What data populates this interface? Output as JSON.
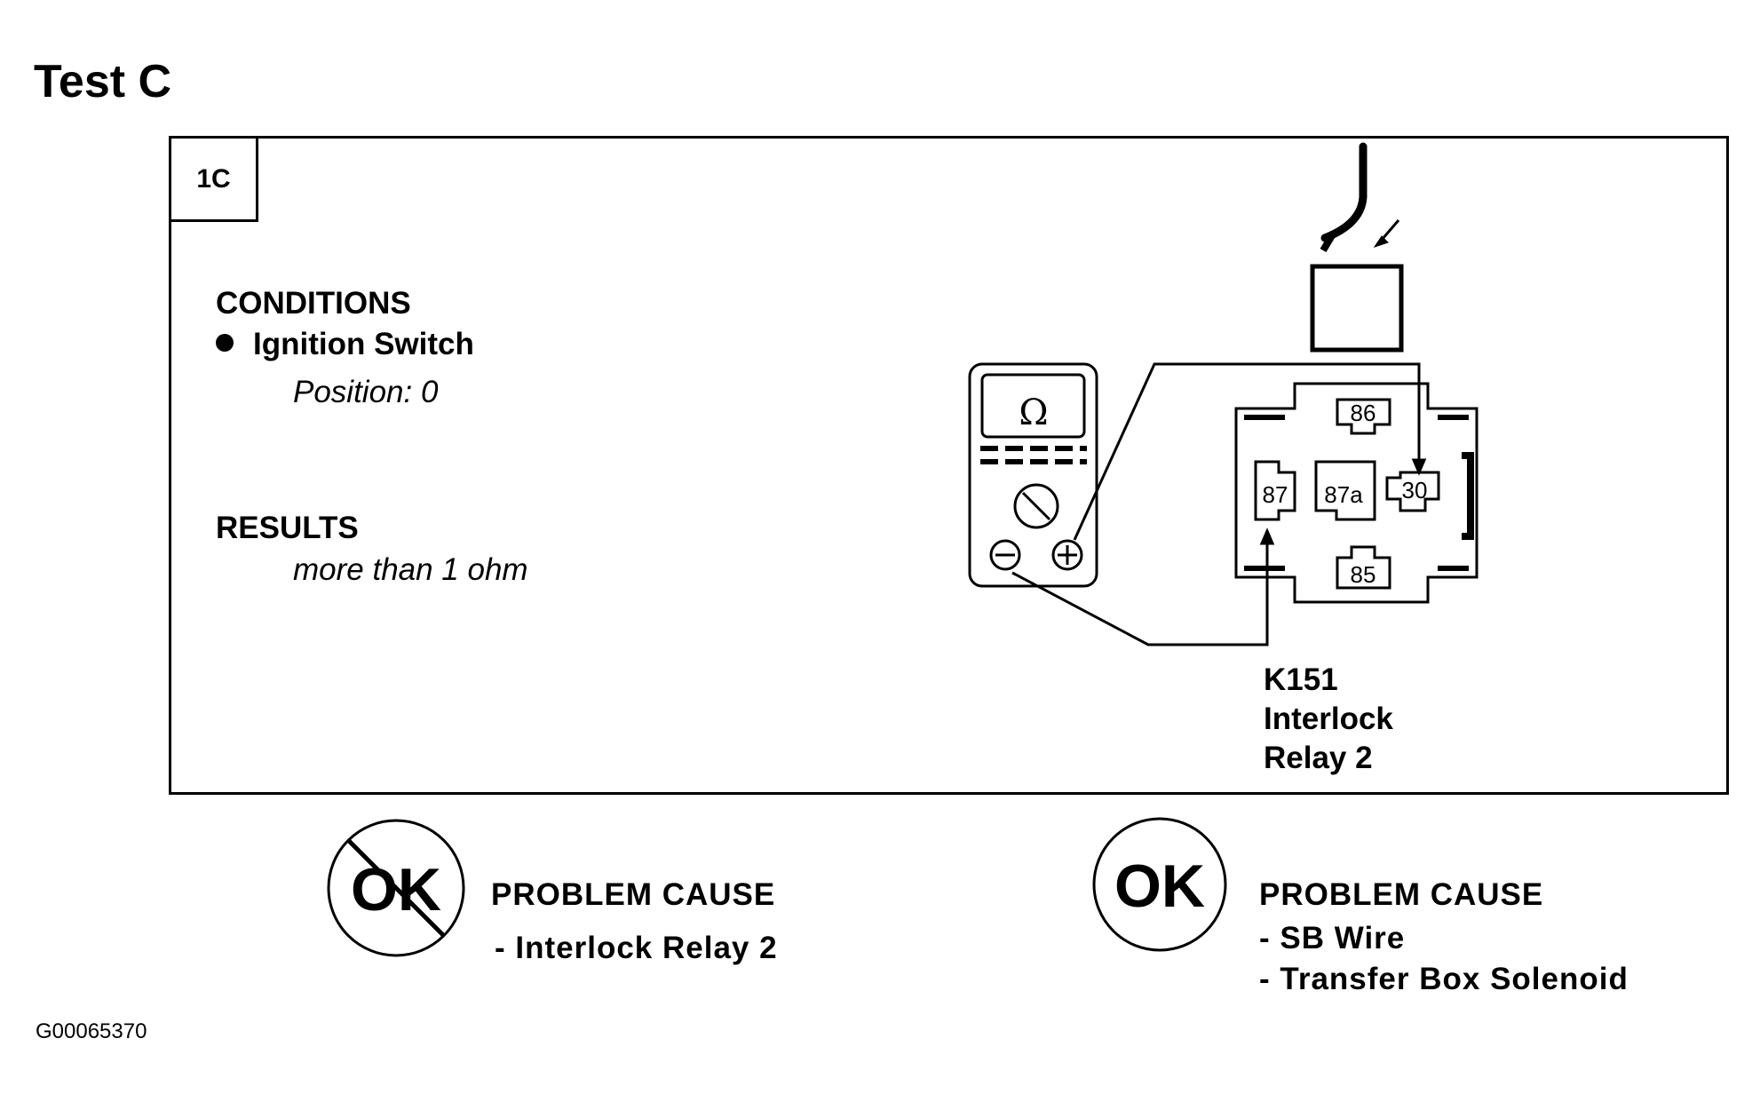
{
  "title": "Test C",
  "step_tag": "1C",
  "conditions": {
    "heading": "CONDITIONS",
    "item": "Ignition Switch",
    "detail": "Position: 0"
  },
  "results": {
    "heading": "RESULTS",
    "value": "more than 1 ohm"
  },
  "meter": {
    "symbol": "Ω",
    "icon": "ohmmeter-icon"
  },
  "relay": {
    "terminals": [
      "86",
      "87",
      "87a",
      "30",
      "85"
    ],
    "label_lines": [
      "K151",
      "Interlock",
      "Relay 2"
    ]
  },
  "outcomes": [
    {
      "badge": "OK",
      "crossed": true,
      "heading": "PROBLEM CAUSE",
      "items": [
        "- Interlock Relay 2"
      ]
    },
    {
      "badge": "OK",
      "crossed": false,
      "heading": "PROBLEM CAUSE",
      "items": [
        "- SB Wire",
        "- Transfer Box Solenoid"
      ]
    }
  ],
  "figure_id": "G00065370"
}
